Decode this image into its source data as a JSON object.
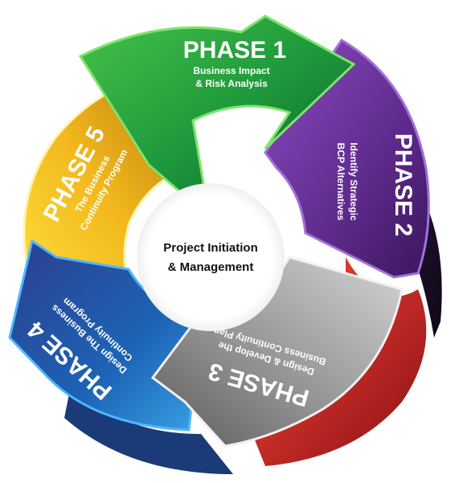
{
  "center": {
    "line1": "Project Initiation",
    "line2": "& Management"
  },
  "phases": [
    {
      "title": "PHASE 1",
      "line1": "Business Impact",
      "line2": "& Risk Analysis",
      "color": "#1f9a3c"
    },
    {
      "title": "PHASE 2",
      "line1": "Identify Strategic",
      "line2": "BCP Alternatives",
      "color": "#6a2f9a"
    },
    {
      "title": "PHASE 3",
      "line1": "Design & Develop the",
      "line2": "Business Continuity Plan",
      "color": "#8a8a8a"
    },
    {
      "title": "PHASE 4",
      "line1": "Design The Business",
      "line2": "Continuity Program",
      "color": "#1d63b5"
    },
    {
      "title": "PHASE 5",
      "line1": "The Business",
      "line2": "Continuity Program",
      "color": "#e0a416"
    }
  ],
  "colors": {
    "green": "#1f9a3c",
    "purple": "#6a2f9a",
    "gray": "#8a8a8a",
    "red": "#d81f27",
    "blue": "#1d63b5",
    "yellow": "#e0a416"
  }
}
